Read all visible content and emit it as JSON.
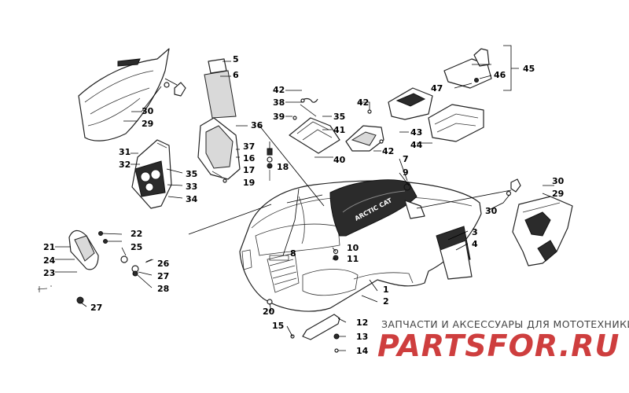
{
  "callouts": [
    {
      "id": "c1",
      "text": "1"
    },
    {
      "id": "c2",
      "text": "2"
    },
    {
      "id": "c3",
      "text": "3"
    },
    {
      "id": "c4",
      "text": "4"
    },
    {
      "id": "c5",
      "text": "5"
    },
    {
      "id": "c6",
      "text": "6"
    },
    {
      "id": "c7",
      "text": "7"
    },
    {
      "id": "c8",
      "text": "8"
    },
    {
      "id": "c9",
      "text": "9"
    },
    {
      "id": "c10",
      "text": "10"
    },
    {
      "id": "c11",
      "text": "11"
    },
    {
      "id": "c12",
      "text": "12"
    },
    {
      "id": "c13",
      "text": "13"
    },
    {
      "id": "c14",
      "text": "14"
    },
    {
      "id": "c15",
      "text": "15"
    },
    {
      "id": "c16",
      "text": "16"
    },
    {
      "id": "c17",
      "text": "17"
    },
    {
      "id": "c18",
      "text": "18"
    },
    {
      "id": "c19",
      "text": "19"
    },
    {
      "id": "c20",
      "text": "20"
    },
    {
      "id": "c21",
      "text": "21"
    },
    {
      "id": "c22",
      "text": "22"
    },
    {
      "id": "c23",
      "text": "23"
    },
    {
      "id": "c24",
      "text": "24"
    },
    {
      "id": "c25",
      "text": "25"
    },
    {
      "id": "c26",
      "text": "26"
    },
    {
      "id": "c27a",
      "text": "27"
    },
    {
      "id": "c27b",
      "text": "27"
    },
    {
      "id": "c28",
      "text": "28"
    },
    {
      "id": "c29a",
      "text": "29"
    },
    {
      "id": "c29b",
      "text": "29"
    },
    {
      "id": "c30a",
      "text": "30"
    },
    {
      "id": "c30b",
      "text": "30"
    },
    {
      "id": "c30c",
      "text": "30"
    },
    {
      "id": "c31",
      "text": "31"
    },
    {
      "id": "c32",
      "text": "32"
    },
    {
      "id": "c33",
      "text": "33"
    },
    {
      "id": "c34",
      "text": "34"
    },
    {
      "id": "c35a",
      "text": "35"
    },
    {
      "id": "c35b",
      "text": "35"
    },
    {
      "id": "c36",
      "text": "36"
    },
    {
      "id": "c37",
      "text": "37"
    },
    {
      "id": "c38",
      "text": "38"
    },
    {
      "id": "c39",
      "text": "39"
    },
    {
      "id": "c40",
      "text": "40"
    },
    {
      "id": "c41",
      "text": "41"
    },
    {
      "id": "c42a",
      "text": "42"
    },
    {
      "id": "c42b",
      "text": "42"
    },
    {
      "id": "c42c",
      "text": "42"
    },
    {
      "id": "c43",
      "text": "43"
    },
    {
      "id": "c44",
      "text": "44"
    },
    {
      "id": "c45",
      "text": "45"
    },
    {
      "id": "c46",
      "text": "46"
    },
    {
      "id": "c47",
      "text": "47"
    }
  ],
  "hood_logo": "ARCTIC CAT",
  "watermark": {
    "caption": "ЗАПЧАСТИ И АКСЕССУАРЫ ДЛЯ МОТОТЕХНИКИ",
    "brand": "PARTSFOR.RU",
    "brand_color": "#c92a2a"
  }
}
